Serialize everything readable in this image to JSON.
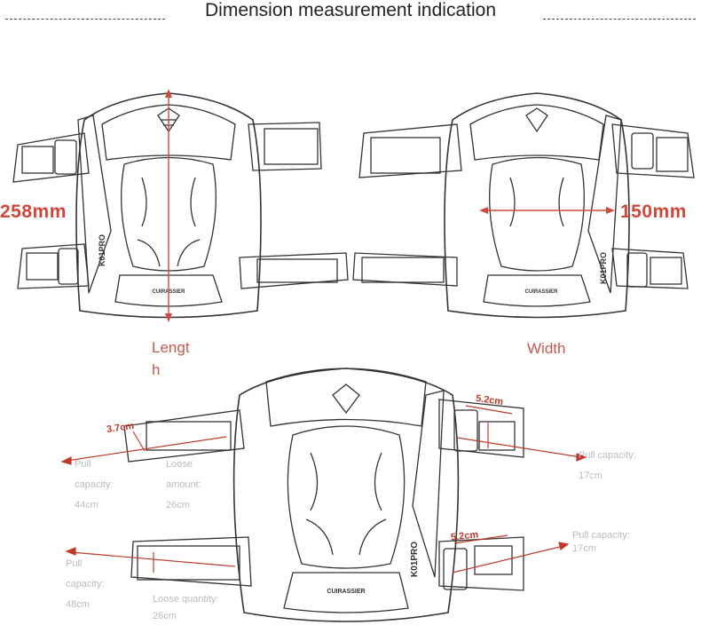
{
  "title": "Dimension measurement indication",
  "top_left": {
    "dimension": "258mm",
    "caption": [
      "Lengt",
      "h"
    ]
  },
  "top_right": {
    "dimension": "150mm",
    "caption": "Width"
  },
  "product": {
    "brand": "CUIRASSIER",
    "model": "K01PRO"
  },
  "bottom": {
    "strap_top_left": {
      "width": "3.7cm",
      "pull_capacity": [
        "Pull",
        "capacity:",
        "44cm"
      ],
      "loose_amount": [
        "Loose",
        "amount:",
        "26cm"
      ]
    },
    "strap_top_right": {
      "width": "5.2cm",
      "pull_capacity": [
        "Pull capacity:",
        "17cm"
      ]
    },
    "strap_bottom_left": {
      "pull_capacity": [
        "Pull",
        "capacity:",
        "48cm"
      ],
      "loose_quantity": [
        "Loose quantity:",
        "26cm"
      ]
    },
    "strap_bottom_right": {
      "width": "5.2cm",
      "pull_capacity": [
        "Pull capacity:",
        "17cm"
      ]
    }
  },
  "colors": {
    "accent": "#c0392b",
    "line": "#333333"
  }
}
